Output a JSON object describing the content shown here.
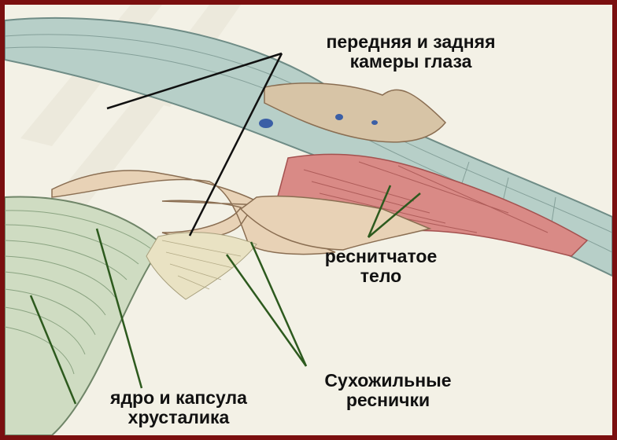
{
  "labels": {
    "chambers": {
      "line1": "передняя и задняя",
      "line2": "камеры глаза"
    },
    "ciliary_body": {
      "line1": "реснитчатое",
      "line2": "тело"
    },
    "zonule": {
      "line1": "Сухожильные",
      "line2": "реснички"
    },
    "lens": {
      "line1": "ядро и капсула",
      "line2": "хрусталика"
    }
  },
  "colors": {
    "frame": "#7a0f0f",
    "background": "#f3f1e6",
    "cornea_sclera": "#b7cfc8",
    "iris": "#e8d2b6",
    "ciliary_muscle": "#d98a86",
    "lens": "#cfdcc2",
    "zonule": "#e9e2c3",
    "pointer_black": "#111111",
    "pointer_green": "#2d5a1e",
    "watermark": "#ece9dc"
  }
}
